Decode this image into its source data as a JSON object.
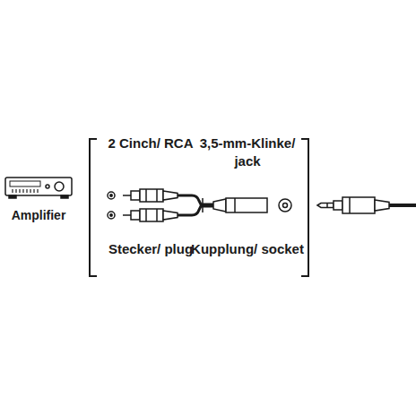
{
  "diagram": {
    "labels": [
      "Amplifier",
      "2 Cinch/ RCA",
      "3,5-mm-Klinke/ jack",
      "Stecker/ plug",
      "Kupplung/ socket"
    ]
  }
}
